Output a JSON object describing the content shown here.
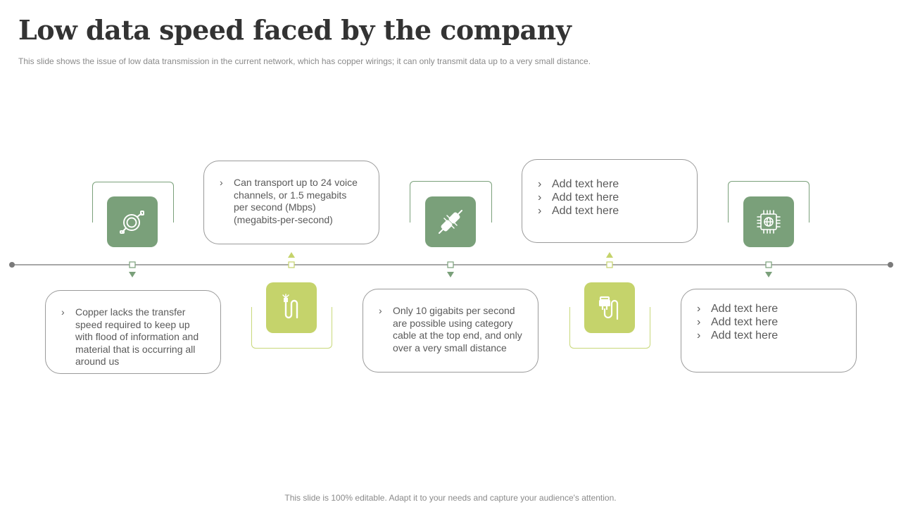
{
  "slide": {
    "title": "Low data speed faced by the company",
    "subtitle": "This slide shows the issue of low data transmission in the current network, which has copper wirings; it can only transmit data up to a very  small distance.",
    "footer": "This slide is 100% editable. Adapt it to your needs and capture your audience's attention."
  },
  "colors": {
    "dark_green": "#7aa07a",
    "light_green": "#c5d36b",
    "line": "#8a8a8a",
    "card_border": "#9a9a9a",
    "text": "#5a5a5a"
  },
  "steps": [
    {
      "icon": "cable-coil-icon",
      "tile": "dark_green",
      "card_position": "below",
      "bullets": [
        "Copper lacks the transfer speed required to keep up with flood of information and material that is occurring all around us"
      ]
    },
    {
      "icon": "fiber-cable-icon",
      "tile": "light_green",
      "card_position": "above",
      "bullets": [
        "Can transport up to 24 voice channels, or 1.5 megabits per second (Mbps) (megabits-per-second)"
      ]
    },
    {
      "icon": "cable-connector-icon",
      "tile": "dark_green",
      "card_position": "below",
      "bullets": [
        "Only 10 gigabits per second are possible using category cable at the top end, and only over a very small distance"
      ]
    },
    {
      "icon": "usb-cable-icon",
      "tile": "light_green",
      "card_position": "above",
      "bullets": [
        "Add text here",
        "Add text here",
        "Add text here"
      ]
    },
    {
      "icon": "globe-chip-icon",
      "tile": "dark_green",
      "card_position": "below",
      "bullets": [
        "Add text here",
        "Add text here",
        "Add text here"
      ]
    }
  ]
}
